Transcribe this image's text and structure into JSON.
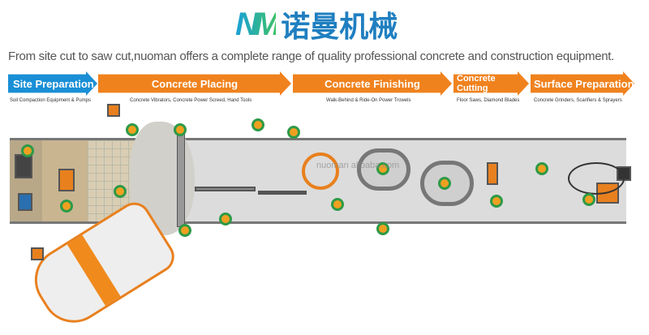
{
  "logo": {
    "mark": "NM",
    "text": "诺曼机械"
  },
  "tagline": "From site cut to saw cut,nuoman offers a complete range of quality professional concrete and construction equipment.",
  "stages": [
    {
      "label": "Site Preparation",
      "desc": "Soil Compaction Equipment & Pumps",
      "color": "#1a8fd6"
    },
    {
      "label": "Concrete Placing",
      "desc": "Concrete Vibrators, Concrete Power Screed, Hand Tools",
      "color": "#f0821e"
    },
    {
      "label": "Concrete Finishing",
      "desc": "Walk-Behind & Ride-On Power Trowels",
      "color": "#f0821e"
    },
    {
      "label": "Concrete Cutting",
      "desc": "Floor Saws, Diamond Blades",
      "color": "#f0821e"
    },
    {
      "label": "Surface Preparation",
      "desc": "Concrete Grinders, Scarifiers & Sprayers",
      "color": "#f0821e"
    }
  ],
  "watermark": "nuoman   alibaba.com"
}
